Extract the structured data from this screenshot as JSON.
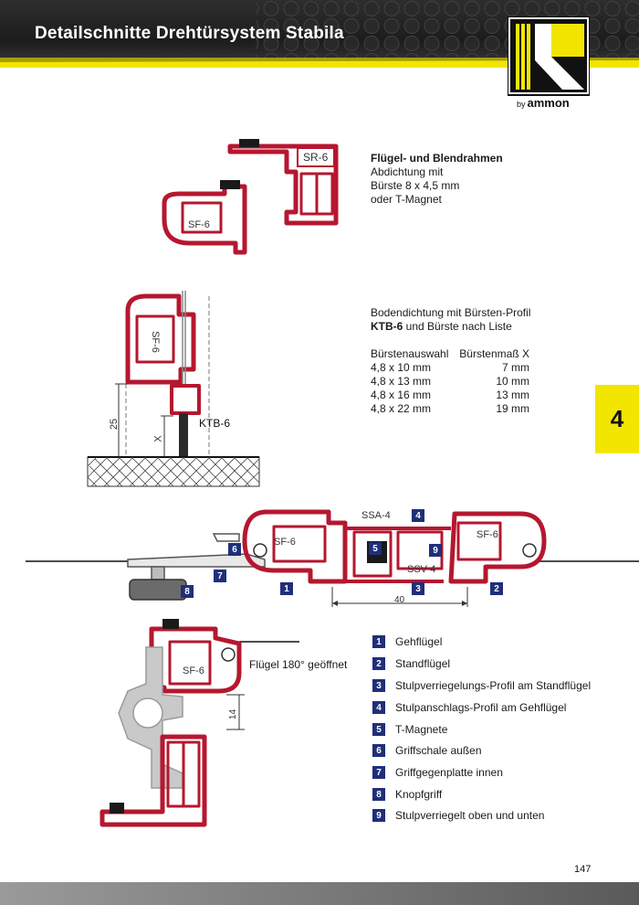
{
  "header": {
    "title": "Detailschnitte Drehtürsystem Stabila"
  },
  "logo": {
    "by": "by",
    "brand": "ammon"
  },
  "section_tab": "4",
  "block1": {
    "heading": "Flügel- und Blendrahmen",
    "line1": "Abdichtung mit",
    "line2": "Bürste 8 x 4,5 mm",
    "line3": "oder T-Magnet"
  },
  "block2": {
    "line1": "Bodendichtung mit Bürsten-Profil",
    "line2_bold": "KTB-6",
    "line2_rest": " und Bürste nach Liste",
    "table_header": [
      "Bürstenauswahl",
      "Bürstenmaß X"
    ],
    "rows": [
      [
        "4,8 x 10 mm",
        "7 mm"
      ],
      [
        "4,8 x 13 mm",
        "10 mm"
      ],
      [
        "4,8 x 16 mm",
        "13 mm"
      ],
      [
        "4,8 x 22 mm",
        "19 mm"
      ]
    ]
  },
  "diagram_labels": {
    "sr6": "SR-6",
    "sf6": "SF-6",
    "ktb6": "KTB-6",
    "dim25": "25",
    "dimx": "X",
    "ssa4": "SSA-4",
    "ssv4": "SSV-4",
    "dim40": "40",
    "dim14": "14",
    "fluegel_open": "Flügel  180° geöffnet"
  },
  "callouts": [
    "1",
    "2",
    "3",
    "4",
    "5",
    "6",
    "7",
    "8",
    "9"
  ],
  "legend": [
    {
      "num": "1",
      "label": "Gehflügel"
    },
    {
      "num": "2",
      "label": "Standflügel"
    },
    {
      "num": "3",
      "label": "Stulpverriegelungs-Profil am Standflügel"
    },
    {
      "num": "4",
      "label": "Stulpanschlags-Profil am Gehflügel"
    },
    {
      "num": "5",
      "label": "T-Magnete"
    },
    {
      "num": "6",
      "label": "Griffschale außen"
    },
    {
      "num": "7",
      "label": "Griffgegenplatte innen"
    },
    {
      "num": "8",
      "label": "Knopfgriff"
    },
    {
      "num": "9",
      "label": "Stulpverriegelt oben und unten"
    }
  ],
  "page_number": "147",
  "colors": {
    "profile": "#b5172f",
    "accent": "#f2e500",
    "callout": "#1f2f7a"
  }
}
